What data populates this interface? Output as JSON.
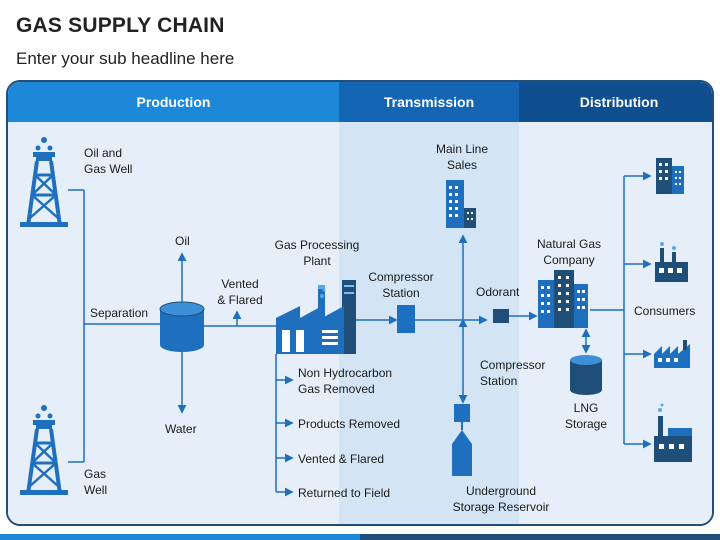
{
  "header": {
    "title": "GAS SUPPLY CHAIN",
    "subtitle": "Enter your sub headline here"
  },
  "sections": {
    "production": "Production",
    "transmission": "Transmission",
    "distribution": "Distribution"
  },
  "labels": {
    "oil_gas_well": "Oil and\nGas Well",
    "gas_well": "Gas\nWell",
    "separation": "Separation",
    "oil": "Oil",
    "water": "Water",
    "vented_flared_top": "Vented\n& Flared",
    "gas_processing_plant": "Gas Processing\nPlant",
    "non_hydrocarbon": "Non Hydrocarbon\nGas Removed",
    "products_removed": "Products Removed",
    "vented_flared_bottom": "Vented & Flared",
    "returned_to_field": "Returned to Field",
    "compressor_station_1": "Compressor\nStation",
    "main_line_sales": "Main Line\nSales",
    "odorant": "Odorant",
    "compressor_station_2": "Compressor\nStation",
    "underground_storage": "Underground\nStorage Reservoir",
    "natural_gas_company": "Natural Gas\nCompany",
    "lng_storage": "LNG\nStorage",
    "consumers": "Consumers"
  },
  "colors": {
    "dark_blue": "#1f4e79",
    "mid_blue": "#1466b5",
    "light_blue": "#1e88d8",
    "line_blue": "#1f6fbf"
  }
}
